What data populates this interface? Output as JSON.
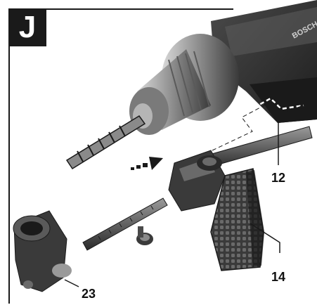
{
  "figure": {
    "letter": "J",
    "brand_text": "BOSCH",
    "callouts": [
      {
        "label": "12"
      },
      {
        "label": "14"
      },
      {
        "label": "23"
      }
    ]
  },
  "colors": {
    "body_dark": "#2a2a2a",
    "body_mid": "#5a5a5a",
    "body_light": "#a8a8a8",
    "metal": "#c9c9c9",
    "badge": "#1a1a1a"
  },
  "icons": {
    "direction_arrow_left": "arrow-right-dashed-icon",
    "direction_arrow_right": "arrow-left-dashed-icon"
  }
}
